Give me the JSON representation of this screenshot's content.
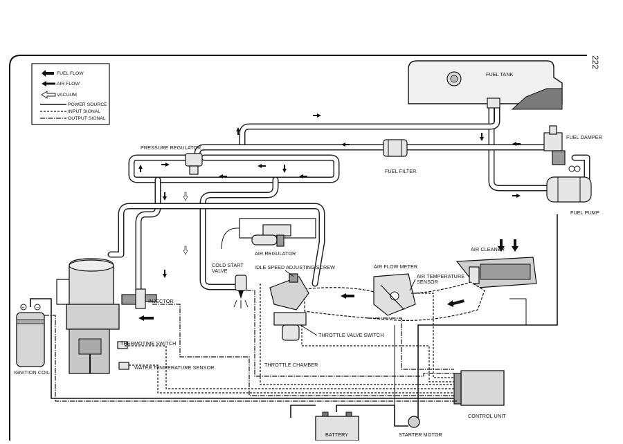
{
  "page_number": "222",
  "legend": {
    "fuel_flow": "FUEL FLOW",
    "air_flow": "AIR FLOW",
    "vacuum": "VACUUM",
    "power_source": "POWER SOURCE",
    "input_signal": "INPUT SIGNAL",
    "output_signal": "OUTPUT SIGNAL"
  },
  "labels": {
    "fuel_tank": "FUEL TANK",
    "fuel_damper": "FUEL DAMPER",
    "fuel_pump": "FUEL PUMP",
    "fuel_filter": "FUEL FILTER",
    "pressure_regulator": "PRESSURE REGULATOR",
    "air_regulator": "AIR REGULATOR",
    "air_cleaner": "AIR CLEANER",
    "air_flow_meter": "AIR FLOW METER",
    "air_temperature_sensor_1": "AIR TEMPERATURE",
    "air_temperature_sensor_2": "SENSOR",
    "cold_start_valve_1": "COLD START",
    "cold_start_valve_2": "VALVE",
    "idle_speed_adjusting_screw": "IDLE SPEED ADJUSTING SCREW",
    "injector": "INJECTOR",
    "throttle_valve_switch": "THROTTLE VALVE SWITCH",
    "throttle_chamber": "THROTTLE CHAMBER",
    "thermotime_switch": "THERMOTIME SWITCH",
    "water_temperature_sensor": "WATER TEMPERATURE SENSOR",
    "ignition_coil": "IGNITION COIL",
    "battery": "BATTERY",
    "starter_motor": "STARTER MOTOR",
    "control_unit": "CONTROL UNIT"
  }
}
